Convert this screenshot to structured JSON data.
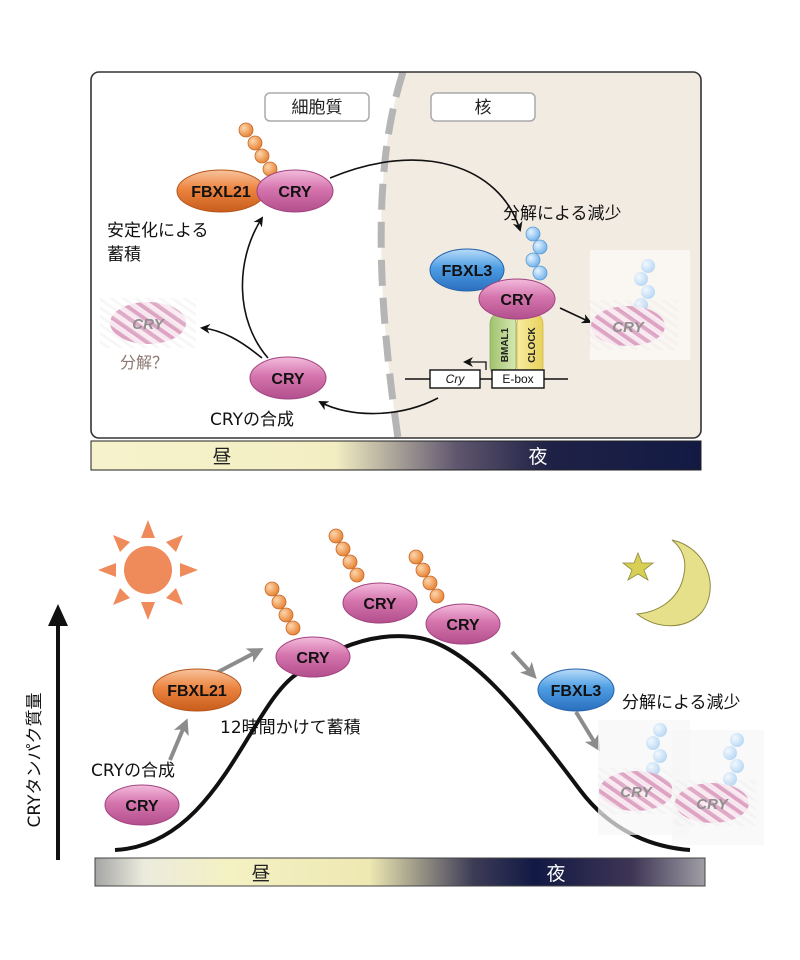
{
  "regions": {
    "cytoplasm": "細胞質",
    "nucleus": "核"
  },
  "time_labels": {
    "day": "昼",
    "night": "夜"
  },
  "top_diagram": {
    "stabilized_label_line1": "安定化による",
    "stabilized_label_line2": "蓄積",
    "degradation_nucleus": "分解による減少",
    "degradation_cytoplasm": "分解？",
    "synthesis": "CRYの合成",
    "gene": "Cry",
    "ebox": "E-box",
    "bmal1": "BMAL1",
    "clock": "CLOCK"
  },
  "bottom_diagram": {
    "y_axis": "CRYタンパク質量",
    "accumulation": "12時間かけて蓄積",
    "synthesis": "CRYの合成",
    "degradation": "分解による減少"
  },
  "molecules": {
    "cry": "CRY",
    "fbxl21": "FBXL21",
    "fbxl3": "FBXL3"
  },
  "colors": {
    "cry": "#cf6ea7",
    "fbxl21": "#e77a2e",
    "fbxl3": "#3c8fd8",
    "nucleus_bg": "#f2ebe2",
    "day": "#f5f1c6",
    "night": "#141a3d",
    "sun": "#ef8a5a",
    "moon": "#e6e08a"
  },
  "icons": [
    "sun-icon",
    "moon-icon",
    "star-icon"
  ]
}
